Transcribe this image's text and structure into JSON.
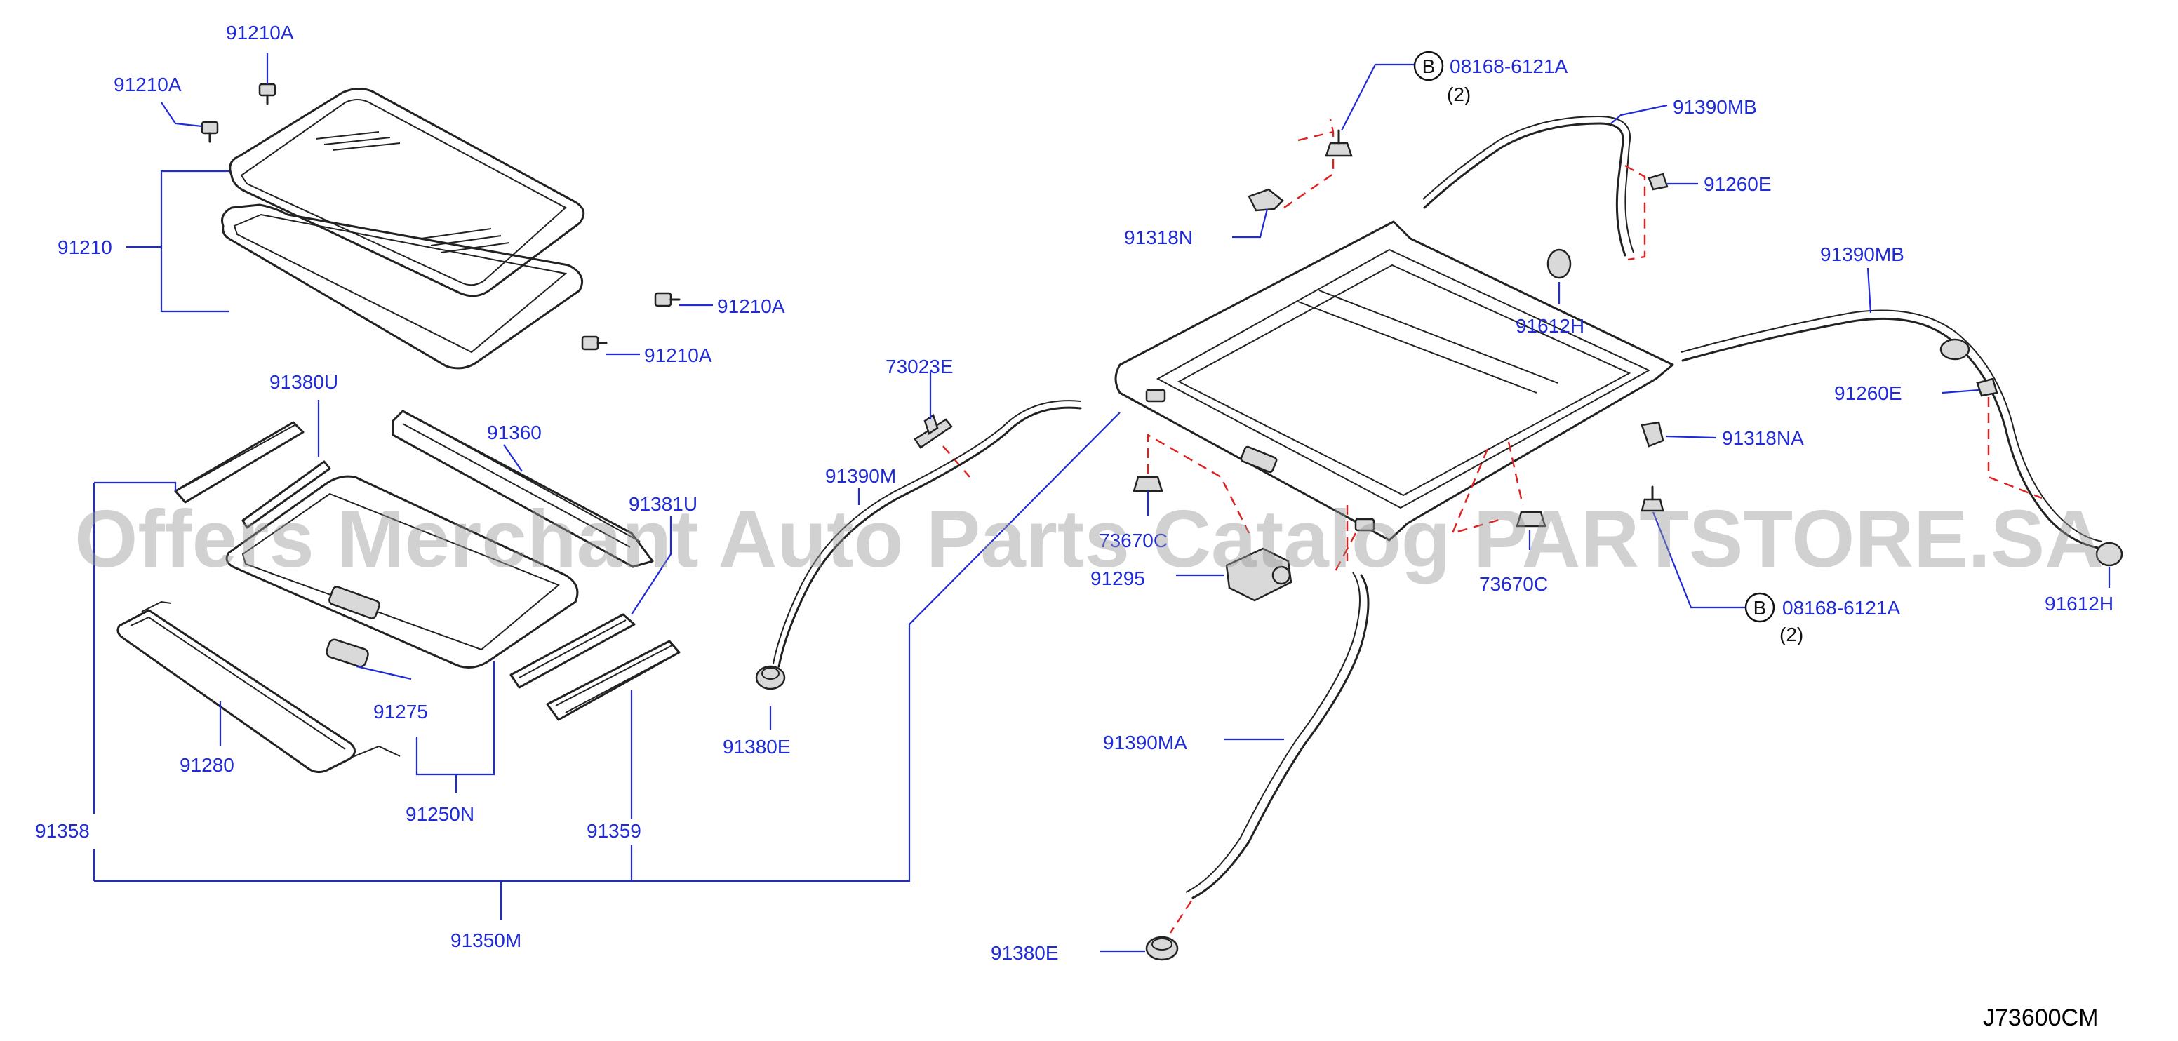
{
  "labels": {
    "p91210A_1": "91210A",
    "p91210A_2": "91210A",
    "p91210A_3": "91210A",
    "p91210A_4": "91210A",
    "p91210": "91210",
    "p91380U": "91380U",
    "p91360": "91360",
    "p91381U": "91381U",
    "p91275": "91275",
    "p91280": "91280",
    "p91250N": "91250N",
    "p91358": "91358",
    "p91359": "91359",
    "p91350M": "91350M",
    "p73023E": "73023E",
    "p91390M": "91390M",
    "p91380E_1": "91380E",
    "p91380E_2": "91380E",
    "p91390MA": "91390MA",
    "p91318N": "91318N",
    "p08168_1": "08168-6121A",
    "p08168_1_qty": "(2)",
    "p91390MB_1": "91390MB",
    "p91260E_1": "91260E",
    "p91612H_1": "91612H",
    "p73670C_1": "73670C",
    "p91295": "91295",
    "p73670C_2": "73670C",
    "p91390MB_2": "91390MB",
    "p91260E_2": "91260E",
    "p91318NA": "91318NA",
    "p08168_2": "08168-6121A",
    "p08168_2_qty": "(2)",
    "p91612H_2": "91612H",
    "bolt_marker": "B"
  },
  "watermark": "Offers Merchant Auto Parts Catalog PARTSTORE.SA",
  "diagram_code": "J73600CM",
  "colors": {
    "label": "#1f2bd8",
    "line": "#222222",
    "dashed": "#e02020",
    "background": "#ffffff"
  }
}
